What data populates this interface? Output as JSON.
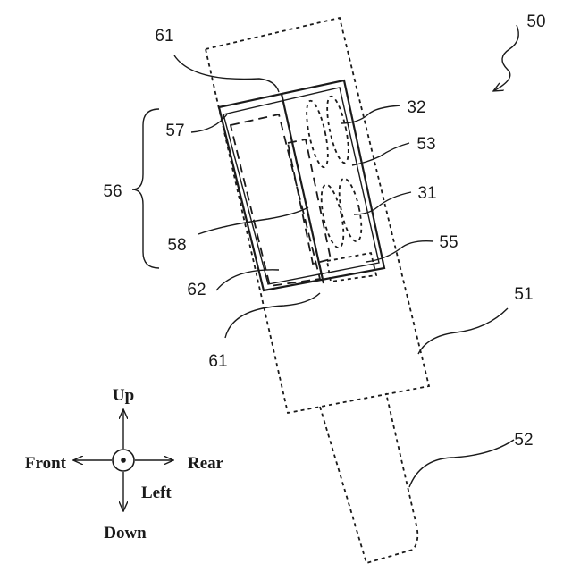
{
  "labels": {
    "l50": "50",
    "l61_top": "61",
    "l57": "57",
    "l32": "32",
    "l53": "53",
    "l56": "56",
    "l31": "31",
    "l58": "58",
    "l55": "55",
    "l62": "62",
    "l51": "51",
    "l61_bottom": "61",
    "l52": "52"
  },
  "directions": {
    "up": "Up",
    "down": "Down",
    "front": "Front",
    "rear": "Rear",
    "left": "Left"
  }
}
